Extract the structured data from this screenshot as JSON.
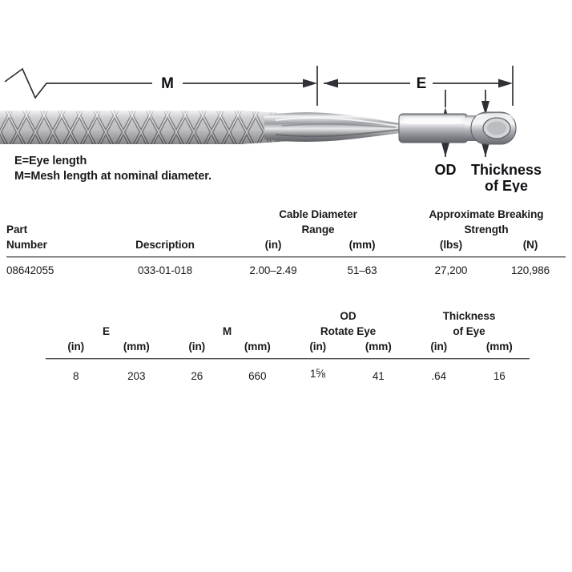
{
  "illustration": {
    "dimension_labels": {
      "mesh_length": "M",
      "eye_length": "E",
      "od": "OD",
      "thickness_of_eye_line1": "Thickness",
      "thickness_of_eye_line2": "of Eye"
    },
    "colors": {
      "mesh_dark": "#6f7075",
      "mesh_light": "#d7d8db",
      "metal_light": "#e4e5e8",
      "metal_mid": "#a9abb0",
      "metal_dark": "#6b6d72",
      "line": "#303036"
    }
  },
  "legend": {
    "lines": [
      "E=Eye length",
      "M=Mesh length at nominal diameter."
    ]
  },
  "table1": {
    "headers": {
      "part_line1": "Part",
      "part_line2": "Number",
      "description": "Description",
      "cable_diameter_line1": "Cable Diameter",
      "cable_diameter_line2": "Range",
      "cable_in": "(in)",
      "cable_mm": "(mm)",
      "breaking_line1": "Approximate Breaking",
      "breaking_line2": "Strength",
      "breaking_lbs": "(lbs)",
      "breaking_n": "(N)"
    },
    "rows": [
      {
        "part_number": "08642055",
        "description": "033-01-018",
        "cable_in": "2.00–2.49",
        "cable_mm": "51–63",
        "strength_lbs": "27,200",
        "strength_n": "120,986"
      }
    ]
  },
  "table2": {
    "headers": {
      "e": "E",
      "m": "M",
      "od_line1": "OD",
      "od_line2": "Rotate Eye",
      "thickness_line1": "Thickness",
      "thickness_line2": "of Eye",
      "e_in": "(in)",
      "e_mm": "(mm)",
      "m_in": "(in)",
      "m_mm": "(mm)",
      "od_in": "(in)",
      "od_mm": "(mm)",
      "t_in": "(in)",
      "t_mm": "(mm)"
    },
    "rows": [
      {
        "e_in": "8",
        "e_mm": "203",
        "m_in": "26",
        "m_mm": "660",
        "od_in_whole": "1",
        "od_in_num": "5",
        "od_in_den": "8",
        "od_mm": "41",
        "t_in": ".64",
        "t_mm": "16"
      }
    ]
  }
}
